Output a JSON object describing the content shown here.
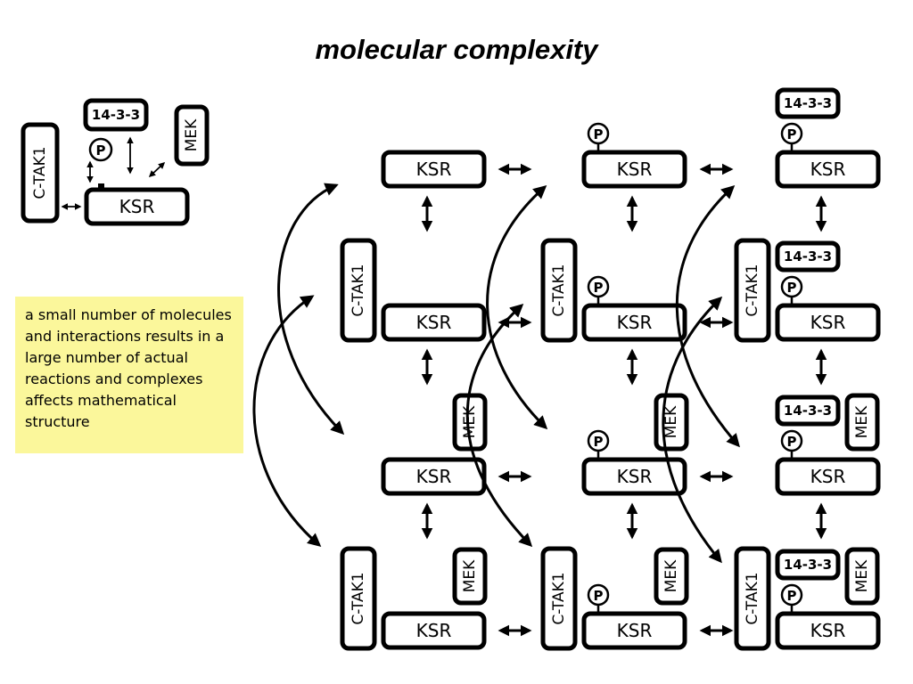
{
  "title": "molecular complexity",
  "note": "a small number of molecules and interactions results in a large number of actual reactions and complexes affects mathematical structure",
  "labels": {
    "ksr": "KSR",
    "ctak1": "C-TAK1",
    "mek": "MEK",
    "prot1433": "14-3-3",
    "phospho": "P"
  }
}
